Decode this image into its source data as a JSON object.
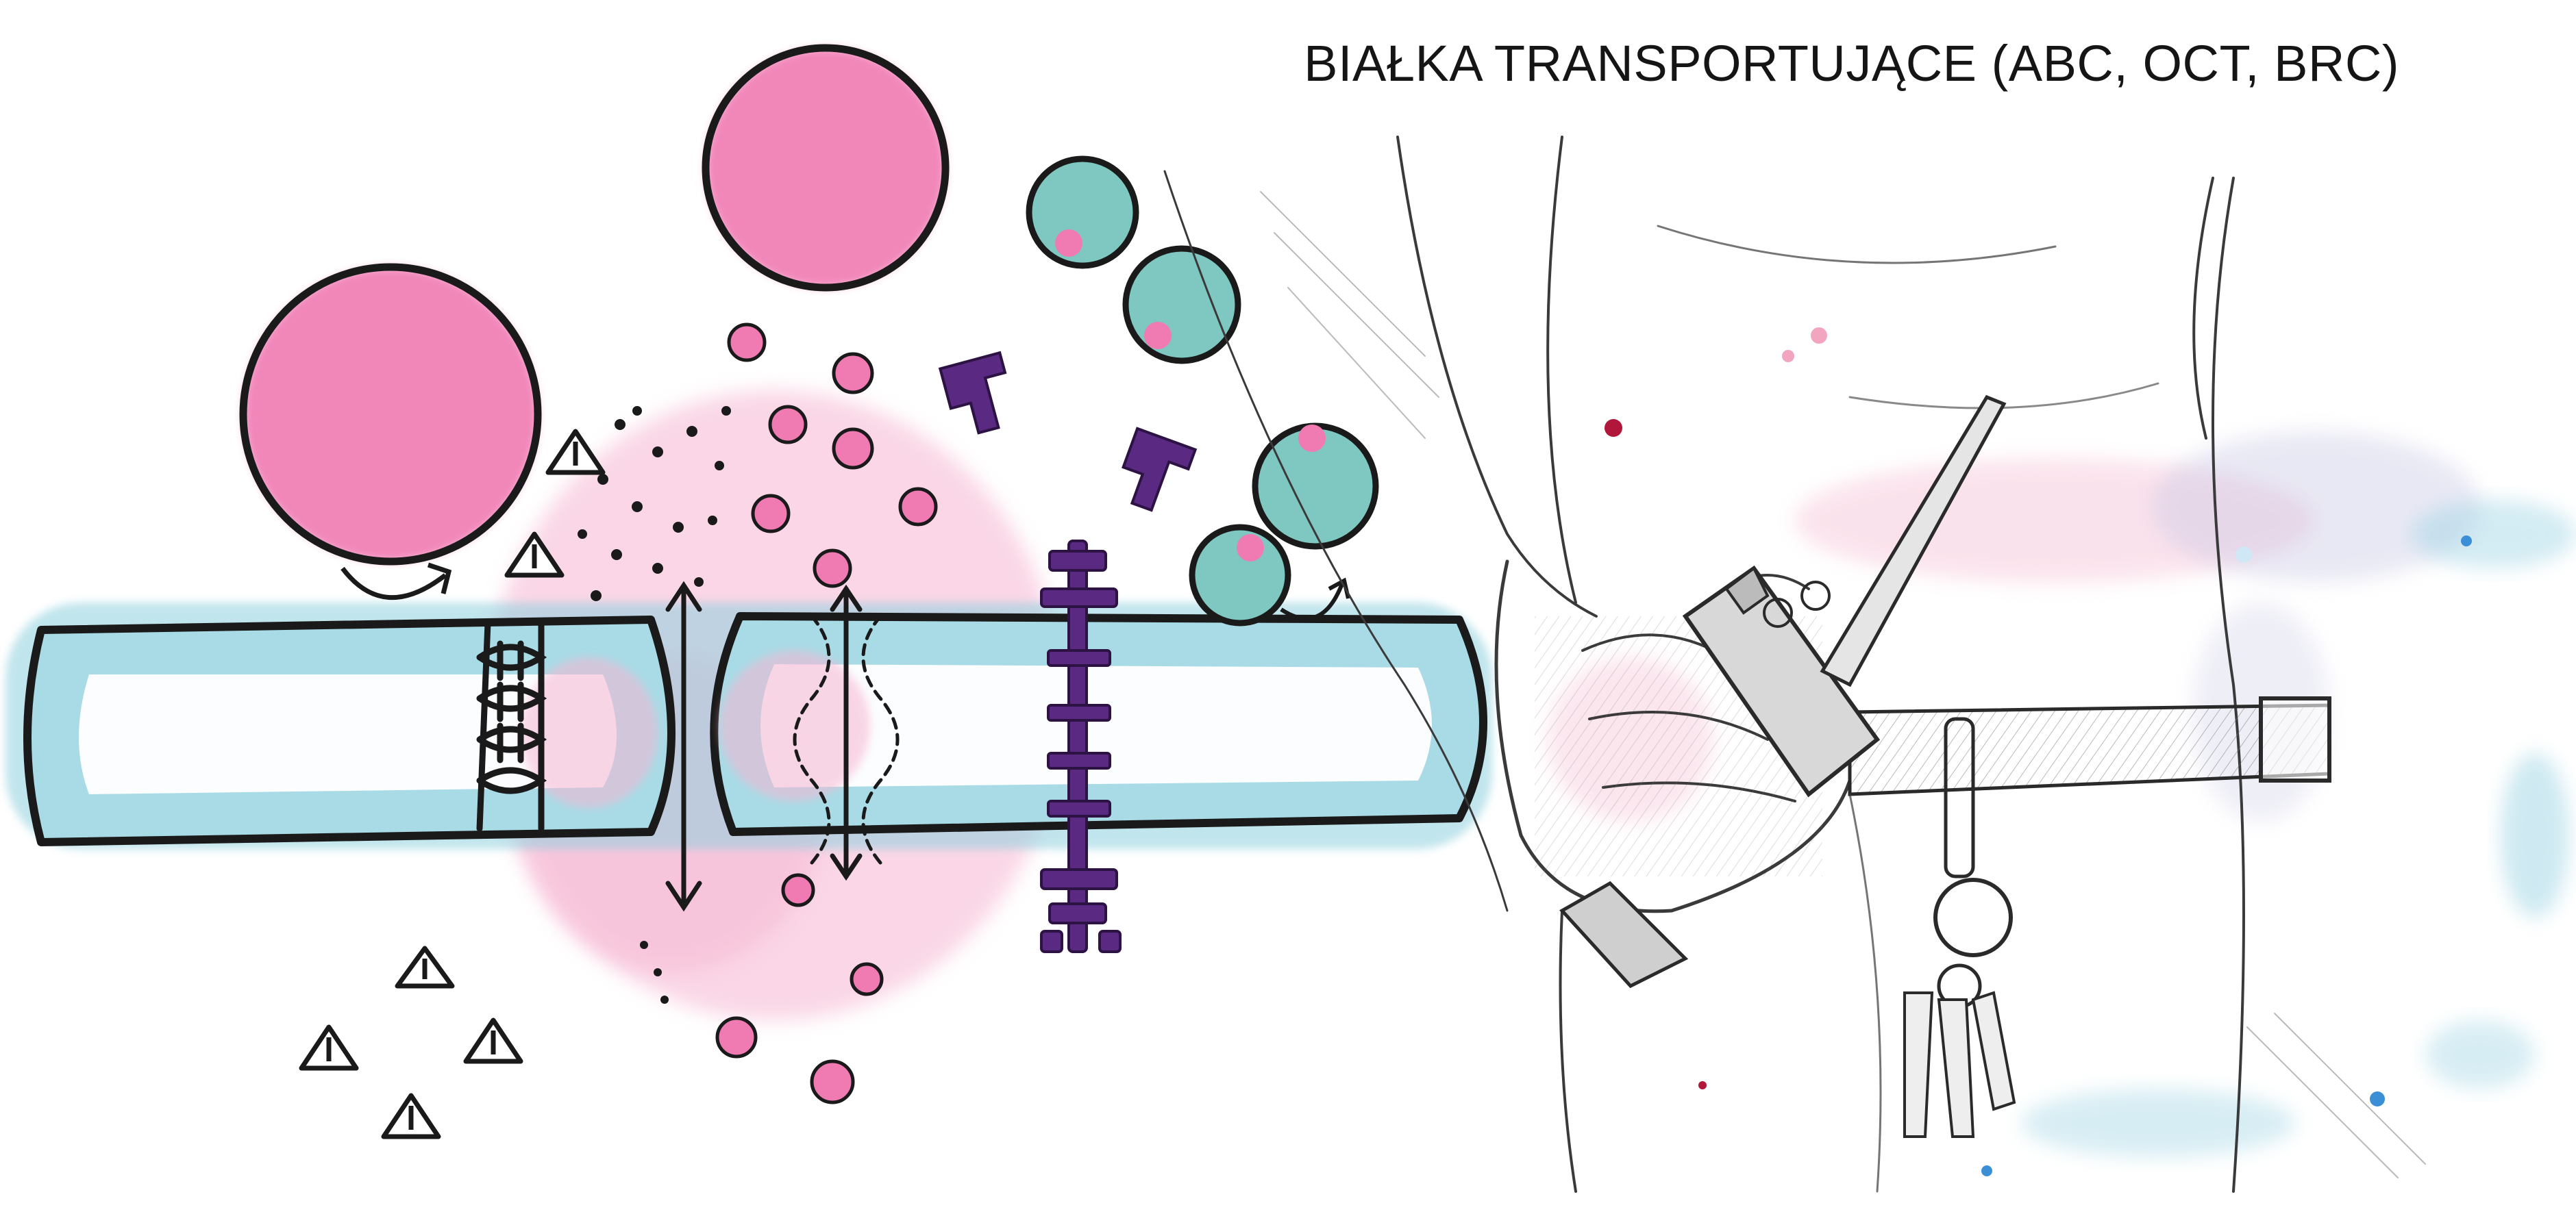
{
  "title": "BIAŁKA TRANSPORTUJĄCE (ABC, OCT, BRC)",
  "palette": {
    "background": "#ffffff",
    "membrane_blue": "#8fd0de",
    "membrane_outline": "#1a1a1a",
    "pink": "#f07ab2",
    "pink_light": "#f6b6d2",
    "teal": "#7fc8c2",
    "purple": "#5a2a82",
    "sketch_line": "#3a3a3a"
  },
  "illustration": {
    "left": "watercolor-cell-membrane-transport-proteins",
    "right": "pencil-sketch-person-with-walkie-talkie-and-keys"
  }
}
